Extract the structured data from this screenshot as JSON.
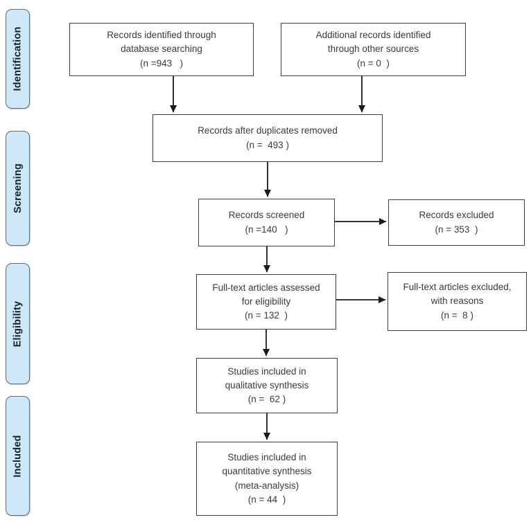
{
  "stages": [
    {
      "label": "Identification"
    },
    {
      "label": "Screening"
    },
    {
      "label": "Eligibility"
    },
    {
      "label": "Included"
    }
  ],
  "boxes": {
    "records_identified": {
      "text": "Records identified through\ndatabase searching\n(n =943   )"
    },
    "additional_records": {
      "text": "Additional records identified\nthrough other sources\n(n = 0  )"
    },
    "duplicates_removed": {
      "text": "Records after duplicates removed\n(n =  493 )"
    },
    "records_screened": {
      "text": "Records screened\n(n =140   )"
    },
    "records_excluded": {
      "text": "Records excluded\n(n = 353  )"
    },
    "fulltext_assessed": {
      "text": "Full-text articles assessed\nfor eligibility\n(n = 132  )"
    },
    "fulltext_excluded": {
      "text": "Full-text articles excluded,\nwith reasons\n(n =  8 )"
    },
    "qualitative_synthesis": {
      "text": "Studies included in\nqualitative synthesis\n(n =  62 )"
    },
    "quantitative_synthesis": {
      "text": "Studies included in\nquantitative synthesis\n(meta-analysis)\n(n = 44  )"
    }
  },
  "colors": {
    "stage_fill": "#cfe8f7",
    "stage_border": "#5d6f7d",
    "box_border": "#3d3d3d",
    "box_text": "#3a3a3a",
    "arrow": "#1a1a1a",
    "background": "#ffffff"
  }
}
